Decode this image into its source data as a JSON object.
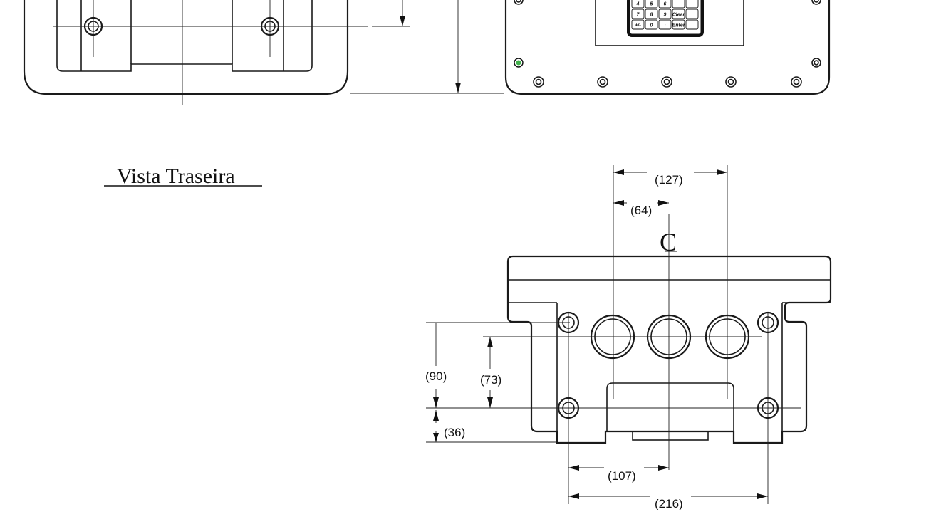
{
  "view_title": "Vista Traseira",
  "centerline_symbol": "C",
  "dimensions": {
    "width_127": "(127)",
    "width_64": "(64)",
    "height_90": "(90)",
    "height_73": "(73)",
    "height_36": "(36)",
    "width_107": "(107)",
    "width_216": "(216)"
  },
  "keypad": {
    "rows": [
      [
        "4",
        "5",
        "6",
        "",
        ""
      ],
      [
        "7",
        "8",
        "9",
        "Clear",
        ""
      ],
      [
        "+/-",
        "0",
        "·",
        "Enter",
        ""
      ]
    ]
  }
}
